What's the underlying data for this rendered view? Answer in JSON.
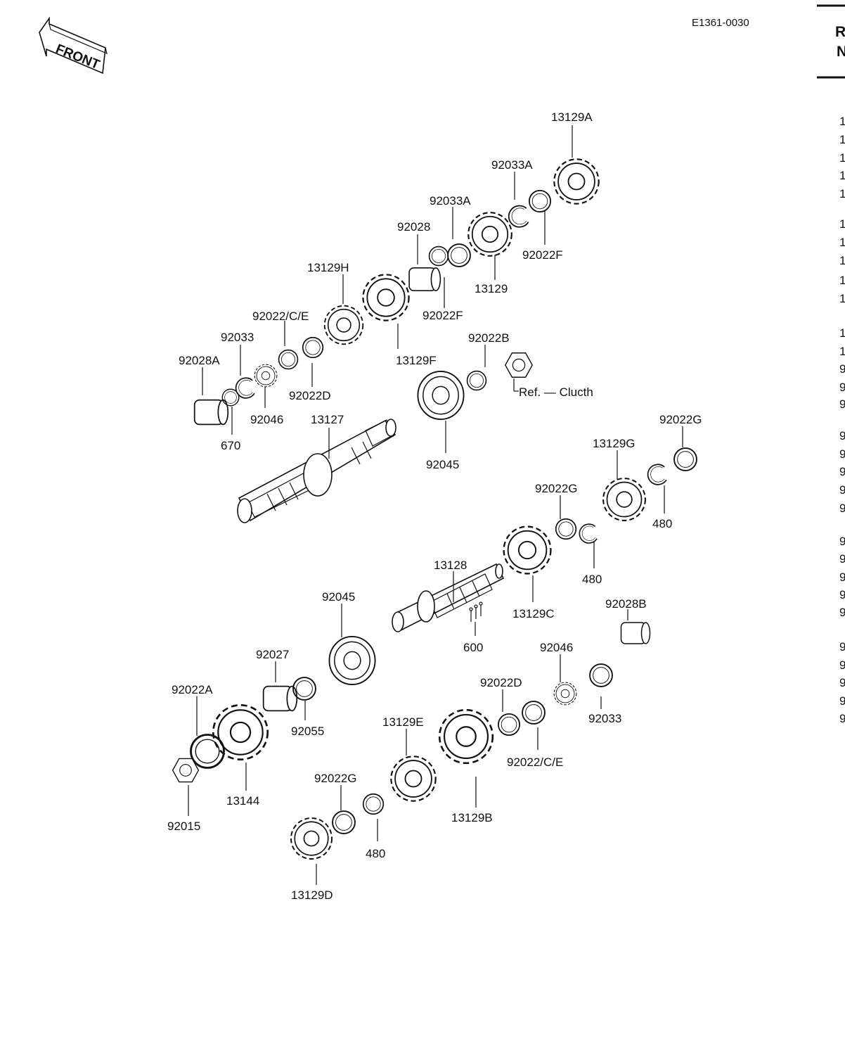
{
  "diagram_code": "E1361-0030",
  "front_label": "FRONT",
  "edge_header": [
    "R",
    "N"
  ],
  "edge_index_digits": [
    "1",
    "1",
    "1",
    "1",
    "1",
    "1",
    "1",
    "1",
    "1",
    "1",
    "1",
    "1",
    "9",
    "9",
    "9",
    "9",
    "9",
    "9",
    "9",
    "9",
    "9",
    "9",
    "9",
    "9",
    "9",
    "9",
    "9",
    "9",
    "9",
    "9"
  ],
  "ref_note": "Ref. — Clucth",
  "labels": {
    "l13129A": "13129A",
    "l92033A_1": "92033A",
    "l92033A_2": "92033A",
    "l92028": "92028",
    "l92022F_1": "92022F",
    "l92022F_2": "92022F",
    "l13129": "13129",
    "l13129H": "13129H",
    "l92022CE_1": "92022/C/E",
    "l92033_1": "92033",
    "l92028A": "92028A",
    "l92022D_1": "92022D",
    "l92046_1": "92046",
    "l13129F": "13129F",
    "l92022B": "92022B",
    "l670": "670",
    "l13127": "13127",
    "l92045_1": "92045",
    "l92022G_1": "92022G",
    "l13129G": "13129G",
    "l92022G_2": "92022G",
    "l480_1": "480",
    "l480_2": "480",
    "l13128": "13128",
    "l13129C": "13129C",
    "l92028B": "92028B",
    "l92045_2": "92045",
    "l600": "600",
    "l92046_2": "92046",
    "l92027": "92027",
    "l92022A": "92022A",
    "l92055": "92055",
    "l92022D_2": "92022D",
    "l92033_2": "92033",
    "l13129E": "13129E",
    "l92022CE_2": "92022/C/E",
    "l13144": "13144",
    "l92015": "92015",
    "l92022G_3": "92022G",
    "l13129B": "13129B",
    "l480_3": "480",
    "l13129D": "13129D"
  }
}
